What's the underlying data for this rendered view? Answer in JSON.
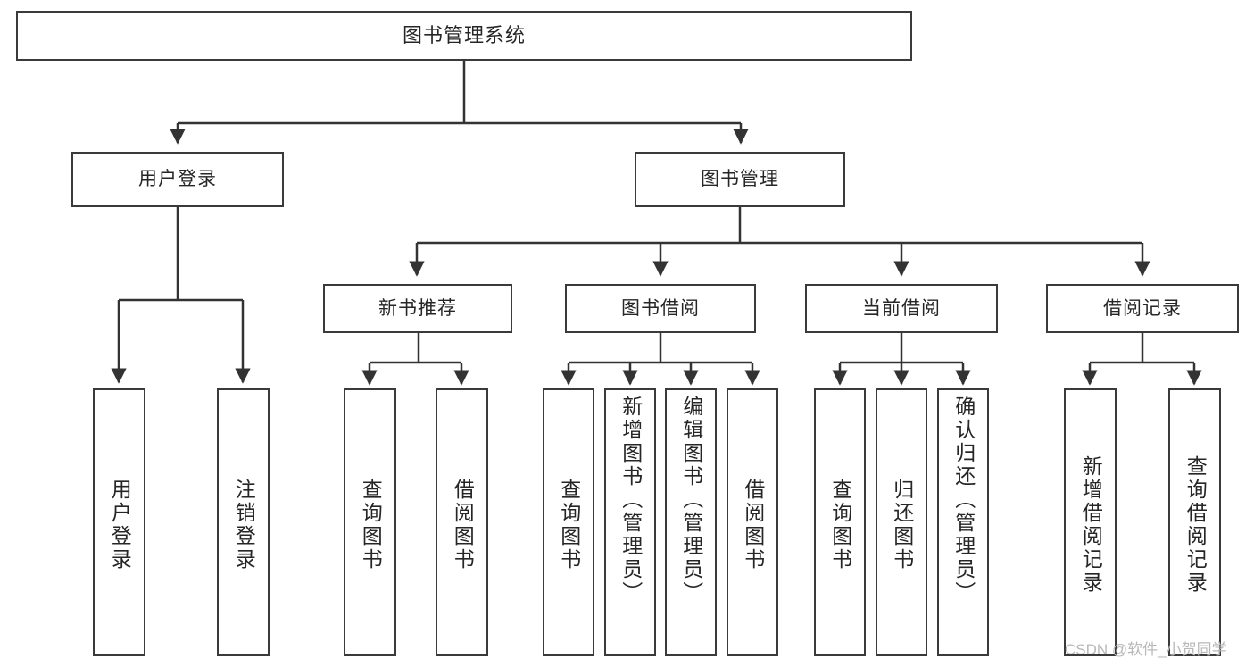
{
  "diagram": {
    "type": "tree-hierarchy",
    "title": "图书管理系统",
    "orientation": "top-down",
    "colors": {
      "box_border": "#3a3a3a",
      "box_fill": "#ffffff",
      "connector": "#333333",
      "text": "#262626",
      "watermark": "#b9b9b9"
    },
    "watermark": "CSDN @软件_小贺同学",
    "levels": {
      "root": {
        "label": "图书管理系统"
      },
      "level2": [
        {
          "id": "user-login",
          "label": "用户登录"
        },
        {
          "id": "book-manage",
          "label": "图书管理"
        }
      ],
      "level3": [
        {
          "id": "new-book-recommend",
          "label": "新书推荐",
          "parent": "book-manage"
        },
        {
          "id": "book-borrow",
          "label": "图书借阅",
          "parent": "book-manage"
        },
        {
          "id": "current-borrow",
          "label": "当前借阅",
          "parent": "book-manage"
        },
        {
          "id": "borrow-record",
          "label": "借阅记录",
          "parent": "book-manage"
        }
      ],
      "leaves": [
        {
          "id": "leaf-user-login",
          "label": "用户登录",
          "parent": "user-login"
        },
        {
          "id": "leaf-logout-login",
          "label": "注销登录",
          "parent": "user-login"
        },
        {
          "id": "leaf-query-book-1",
          "label": "查询图书",
          "parent": "new-book-recommend"
        },
        {
          "id": "leaf-borrow-book-1",
          "label": "借阅图书",
          "parent": "new-book-recommend"
        },
        {
          "id": "leaf-query-book-2",
          "label": "查询图书",
          "parent": "book-borrow"
        },
        {
          "id": "leaf-add-book",
          "label": "新增图书（管理员）",
          "parent": "book-borrow"
        },
        {
          "id": "leaf-edit-book",
          "label": "编辑图书（管理员）",
          "parent": "book-borrow"
        },
        {
          "id": "leaf-borrow-book-2",
          "label": "借阅图书",
          "parent": "book-borrow"
        },
        {
          "id": "leaf-query-book-3",
          "label": "查询图书",
          "parent": "current-borrow"
        },
        {
          "id": "leaf-return-book",
          "label": "归还图书",
          "parent": "current-borrow"
        },
        {
          "id": "leaf-confirm-return",
          "label": "确认归还（管理员）",
          "parent": "current-borrow"
        },
        {
          "id": "leaf-add-record",
          "label": "新增借阅记录",
          "parent": "borrow-record"
        },
        {
          "id": "leaf-query-record",
          "label": "查询借阅记录",
          "parent": "borrow-record"
        }
      ]
    }
  }
}
